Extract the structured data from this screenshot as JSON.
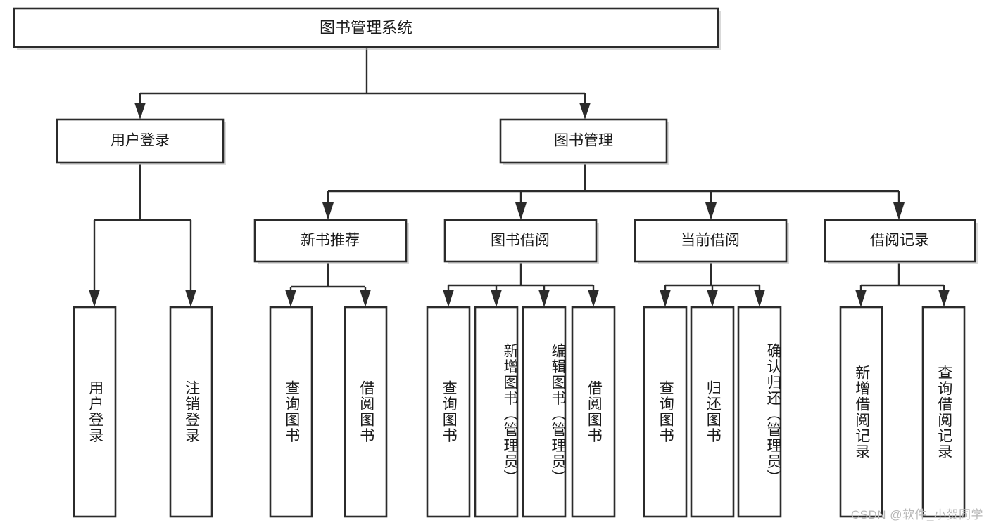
{
  "diagram": {
    "title": "图书管理系统",
    "type": "tree-hierarchy-chart",
    "watermark": "CSDN @软件_小贺同学",
    "colors": {
      "box_stroke": "#2b2b2b",
      "box_fill": "#ffffff",
      "edge": "#2b2b2b",
      "text": "#1b1b1b",
      "watermark": "#b7b7b7",
      "background": "#ffffff"
    },
    "root": {
      "label": "图书管理系统"
    },
    "level2": [
      {
        "label": "用户登录"
      },
      {
        "label": "图书管理"
      }
    ],
    "level3": [
      {
        "label": "新书推荐"
      },
      {
        "label": "图书借阅"
      },
      {
        "label": "当前借阅"
      },
      {
        "label": "借阅记录"
      }
    ],
    "leaves": {
      "user_login": [
        {
          "label": "用户登录"
        },
        {
          "label": "注销登录"
        }
      ],
      "new_book_recommend": [
        {
          "label": "查询图书"
        },
        {
          "label": "借阅图书"
        }
      ],
      "book_borrow": [
        {
          "label": "查询图书"
        },
        {
          "label": "新增图书（管理员）"
        },
        {
          "label": "编辑图书（管理员）"
        },
        {
          "label": "借阅图书"
        }
      ],
      "current_borrow": [
        {
          "label": "查询图书"
        },
        {
          "label": "归还图书"
        },
        {
          "label": "确认归还（管理员）"
        }
      ],
      "borrow_record": [
        {
          "label": "新增借阅记录"
        },
        {
          "label": "查询借阅记录"
        }
      ]
    }
  },
  "chart_data": {
    "type": "table",
    "title": "图书管理系统",
    "nodes": [
      {
        "id": "root",
        "label": "图书管理系统",
        "level": 0,
        "parent": null
      },
      {
        "id": "n-user-login",
        "label": "用户登录",
        "level": 1,
        "parent": "root"
      },
      {
        "id": "n-book-manage",
        "label": "图书管理",
        "level": 1,
        "parent": "root"
      },
      {
        "id": "n-new-book",
        "label": "新书推荐",
        "level": 2,
        "parent": "n-book-manage"
      },
      {
        "id": "n-book-borrow",
        "label": "图书借阅",
        "level": 2,
        "parent": "n-book-manage"
      },
      {
        "id": "n-current-borrow",
        "label": "当前借阅",
        "level": 2,
        "parent": "n-book-manage"
      },
      {
        "id": "n-borrow-record",
        "label": "借阅记录",
        "level": 2,
        "parent": "n-book-manage"
      },
      {
        "id": "l1",
        "label": "用户登录",
        "level": 2,
        "parent": "n-user-login"
      },
      {
        "id": "l2",
        "label": "注销登录",
        "level": 2,
        "parent": "n-user-login"
      },
      {
        "id": "l3",
        "label": "查询图书",
        "level": 3,
        "parent": "n-new-book"
      },
      {
        "id": "l4",
        "label": "借阅图书",
        "level": 3,
        "parent": "n-new-book"
      },
      {
        "id": "l5",
        "label": "查询图书",
        "level": 3,
        "parent": "n-book-borrow"
      },
      {
        "id": "l6",
        "label": "新增图书（管理员）",
        "level": 3,
        "parent": "n-book-borrow"
      },
      {
        "id": "l7",
        "label": "编辑图书（管理员）",
        "level": 3,
        "parent": "n-book-borrow"
      },
      {
        "id": "l8",
        "label": "借阅图书",
        "level": 3,
        "parent": "n-book-borrow"
      },
      {
        "id": "l9",
        "label": "查询图书",
        "level": 3,
        "parent": "n-current-borrow"
      },
      {
        "id": "l10",
        "label": "归还图书",
        "level": 3,
        "parent": "n-current-borrow"
      },
      {
        "id": "l11",
        "label": "确认归还（管理员）",
        "level": 3,
        "parent": "n-current-borrow"
      },
      {
        "id": "l12",
        "label": "新增借阅记录",
        "level": 3,
        "parent": "n-borrow-record"
      },
      {
        "id": "l13",
        "label": "查询借阅记录",
        "level": 3,
        "parent": "n-borrow-record"
      }
    ]
  }
}
